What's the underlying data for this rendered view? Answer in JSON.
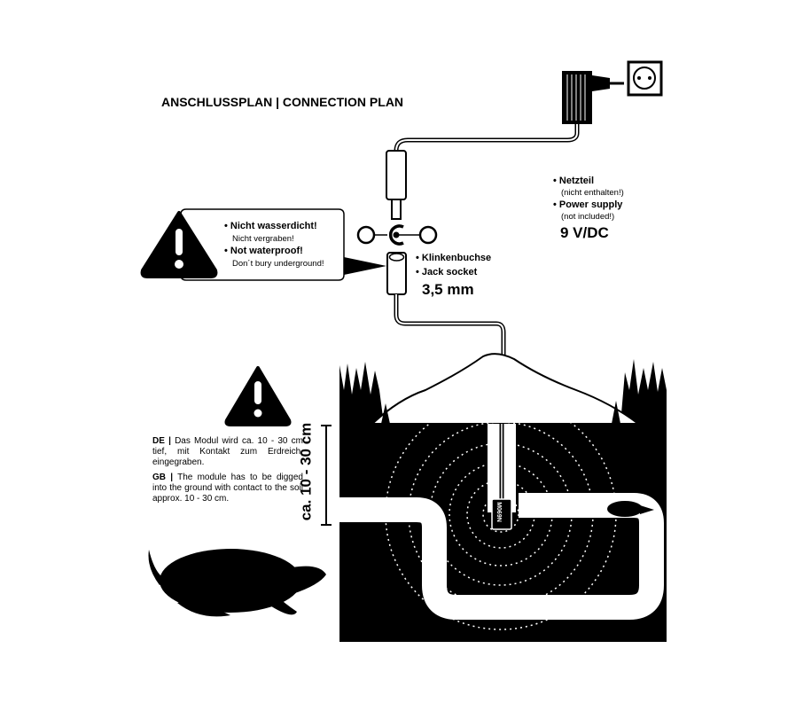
{
  "title": "ANSCHLUSSPLAN | CONNECTION PLAN",
  "warning_box": {
    "line1": "• Nicht wasserdicht!",
    "line2": "Nicht vergraben!",
    "line3": "• Not waterproof!",
    "line4": "Don´t bury underground!"
  },
  "polarity": {
    "minus": "−",
    "plus": "+"
  },
  "jack": {
    "de": "• Klinkenbuchse",
    "en": "• Jack socket",
    "size": "3,5 mm"
  },
  "power": {
    "de": "• Netzteil",
    "de_note": "(nicht enthalten!)",
    "en": "• Power supply",
    "en_note": "(not included!)",
    "voltage": "9 V/DC"
  },
  "install": {
    "de_tag": "DE |",
    "de_text": " Das Modul wird ca. 10 - 30 cm tief, mit Kontakt zum Erdreich, eingegraben.",
    "en_tag": "GB |",
    "en_text": " The module has to be digged into the ground with contact to the soil approx. 10 - 30 cm.",
    "depth": "ca. 10 - 30 cm"
  },
  "module_label": "M069N"
}
